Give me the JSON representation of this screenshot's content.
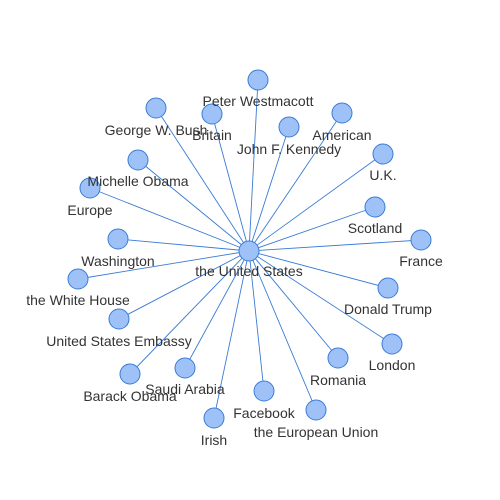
{
  "graph": {
    "center": {
      "id": "center",
      "label": "the United States"
    },
    "nodes": [
      {
        "id": "peter-westmacott",
        "label": "Peter Westmacott"
      },
      {
        "id": "george-w-bush",
        "label": "George W. Bush"
      },
      {
        "id": "britain",
        "label": "Britain"
      },
      {
        "id": "american",
        "label": "American"
      },
      {
        "id": "john-f-kennedy",
        "label": "John F. Kennedy"
      },
      {
        "id": "uk",
        "label": "U.K."
      },
      {
        "id": "michelle-obama",
        "label": "Michelle Obama"
      },
      {
        "id": "europe",
        "label": "Europe"
      },
      {
        "id": "scotland",
        "label": "Scotland"
      },
      {
        "id": "washington",
        "label": "Washington"
      },
      {
        "id": "france",
        "label": "France"
      },
      {
        "id": "white-house",
        "label": "the White House"
      },
      {
        "id": "donald-trump",
        "label": "Donald Trump"
      },
      {
        "id": "us-embassy",
        "label": "United States Embassy"
      },
      {
        "id": "london",
        "label": "London"
      },
      {
        "id": "romania",
        "label": "Romania"
      },
      {
        "id": "barack-obama",
        "label": "Barack Obama"
      },
      {
        "id": "saudi-arabia",
        "label": "Saudi Arabia"
      },
      {
        "id": "facebook",
        "label": "Facebook"
      },
      {
        "id": "european-union",
        "label": "the European Union"
      },
      {
        "id": "irish",
        "label": "Irish"
      }
    ]
  }
}
